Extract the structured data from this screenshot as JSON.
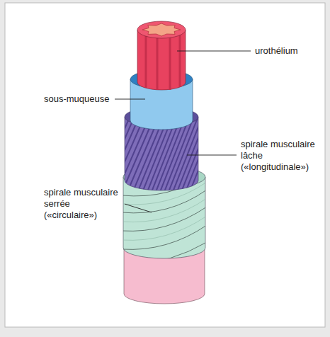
{
  "diagram": {
    "labels": [
      "urothélium",
      "sous-muqueuse",
      "spirale musculaire lâche («longitudinale»)",
      "spirale musculaire serrée («circulaire»)"
    ]
  }
}
